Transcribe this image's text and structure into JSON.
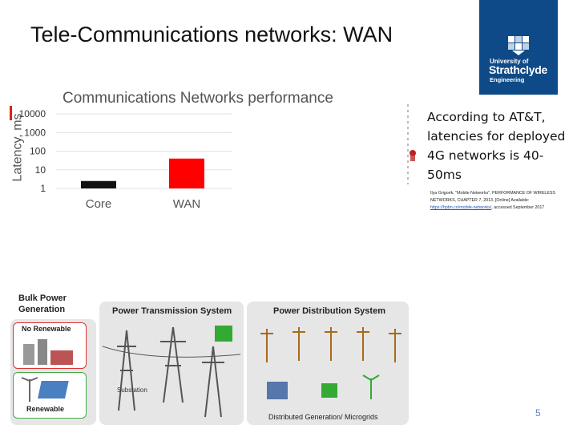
{
  "slide": {
    "title": "Tele-Communications networks: WAN",
    "page_number": "5"
  },
  "logo": {
    "line1": "University of",
    "line2": "Strathclyde",
    "line3": "Engineering",
    "bg_color": "#0e4a87"
  },
  "chart_data": {
    "type": "bar",
    "title": "Communications Networks performance",
    "ylabel": "Latency, ms",
    "xlabel": "",
    "scale": "log",
    "ylim": [
      1,
      10000
    ],
    "yticks": [
      "10000",
      "1000",
      "100",
      "10",
      "1"
    ],
    "categories": [
      "Core",
      "WAN"
    ],
    "values": [
      2.5,
      40
    ],
    "colors": [
      "#111111",
      "#ff0000"
    ],
    "grid": true
  },
  "side_text": {
    "body": "According to AT&T, latencies for deployed 4G networks is 40-50ms",
    "citation_prefix": "Ilya Grigorik, \"Mobile Networks\", PERFORMANCE OF WIRELESS NETWORKS, CHAPTER 7, 2013. [Online] Available:",
    "citation_link": "https://hpbn.co/mobile-networks/",
    "citation_suffix": ", accessed September 2017"
  },
  "grid_diagram": {
    "section1_title_line1": "Bulk Power",
    "section1_title_line2": "Generation",
    "section2_title": "Power Transmission System",
    "section3_title": "Power Distribution System",
    "label_no_renewable": "No Renewable",
    "label_renewable": "Renewable",
    "label_substation": "Substation",
    "label_dist_gen": "Distributed Generation/ Microgrids"
  }
}
